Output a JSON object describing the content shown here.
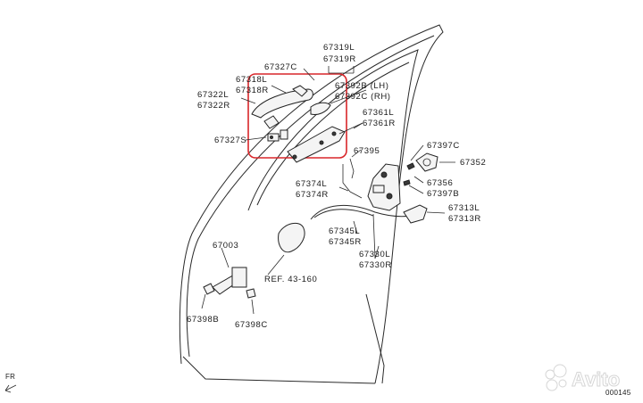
{
  "highlight_color": "#d9262a",
  "labels": {
    "p67319L": "67319L",
    "p67319R": "67319R",
    "p67327C": "67327C",
    "p67318L": "67318L",
    "p67318R": "67318R",
    "p67322L": "67322L",
    "p67322R": "67322R",
    "p67392B": "67392B (LH)",
    "p67392C": "67392C (RH)",
    "p67361L": "67361L",
    "p67361R": "67361R",
    "p67327S": "67327S",
    "p67395": "67395",
    "p67374L": "67374L",
    "p67374R": "67374R",
    "p67397C": "67397C",
    "p67352": "67352",
    "p67356": "67356",
    "p67397B": "67397B",
    "p67313L": "67313L",
    "p67313R": "67313R",
    "p67345L": "67345L",
    "p67345R": "67345R",
    "p67330L": "67330L",
    "p67330R": "67330R",
    "p67003": "67003",
    "ref": "REF. 43-160",
    "p67398B": "67398B",
    "p67398C": "67398C",
    "fr": "FR",
    "code": "000145"
  },
  "watermark": {
    "text": "Avito",
    "icon": "avito-dots-icon"
  }
}
